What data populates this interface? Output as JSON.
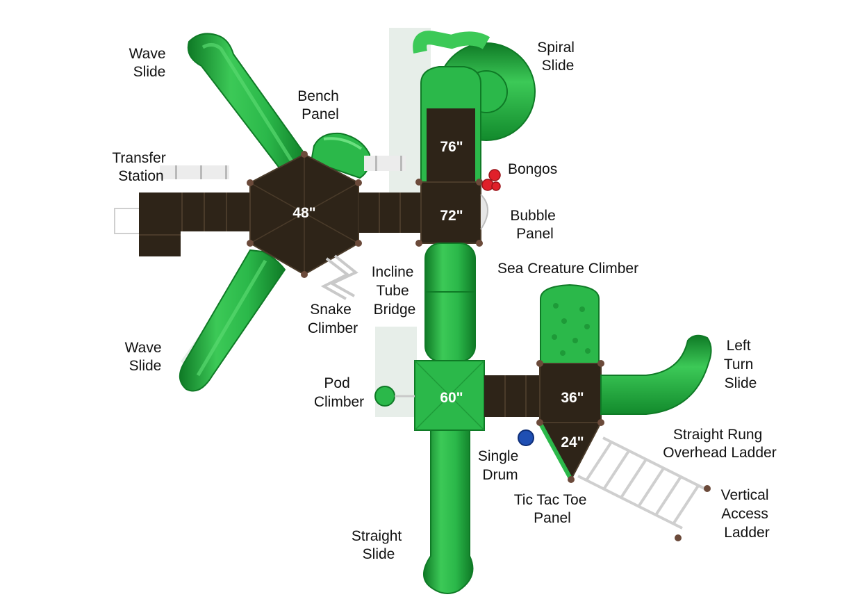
{
  "colors": {
    "slide_green": "#1fa53a",
    "slide_light": "#3cc957",
    "slide_dark": "#0f7a26",
    "deck_brown": "#2e2418",
    "deck_line": "#4a3b2a",
    "post_cap": "#6b4a3a",
    "rail_grey": "#d9d9d9",
    "bongo_red": "#e0202a",
    "drum_blue": "#1f4fb3"
  },
  "labels": {
    "wave_slide_top": [
      "Wave",
      "Slide"
    ],
    "bench_panel": [
      "Bench",
      "Panel"
    ],
    "transfer_station": [
      "Transfer",
      "Station"
    ],
    "spiral_slide": [
      "Spiral",
      "Slide"
    ],
    "bongos": [
      "Bongos"
    ],
    "bubble_panel": [
      "Bubble",
      "Panel"
    ],
    "incline_tube_bridge": [
      "Incline",
      "Tube",
      "Bridge"
    ],
    "snake_climber": [
      "Snake",
      "Climber"
    ],
    "wave_slide_bottom": [
      "Wave",
      "Slide"
    ],
    "sea_creature_climber": [
      "Sea Creature Climber"
    ],
    "left_turn_slide": [
      "Left",
      "Turn",
      "Slide"
    ],
    "pod_climber": [
      "Pod",
      "Climber"
    ],
    "straight_rung_overhead_ladder": [
      "Straight Rung",
      "Overhead Ladder"
    ],
    "single_drum": [
      "Single",
      "Drum"
    ],
    "tic_tac_toe_panel": [
      "Tic Tac Toe",
      "Panel"
    ],
    "vertical_access_ladder": [
      "Vertical",
      "Access",
      "Ladder"
    ],
    "straight_slide": [
      "Straight",
      "Slide"
    ]
  },
  "heights": {
    "deck_48": "48\"",
    "deck_76": "76\"",
    "deck_72": "72\"",
    "deck_60": "60\"",
    "deck_36": "36\"",
    "deck_24": "24\""
  }
}
